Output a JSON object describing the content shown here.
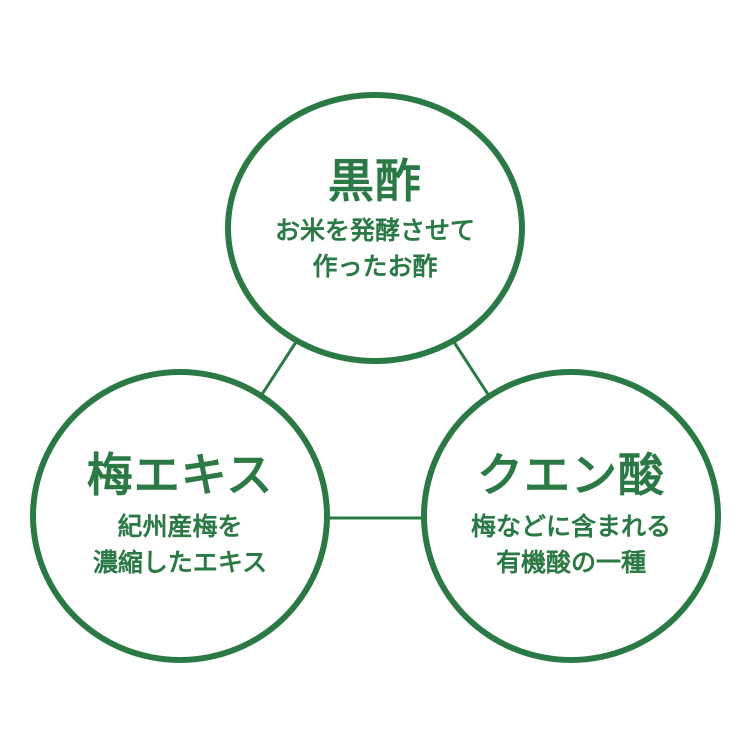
{
  "colors": {
    "accent": "#2b7a45",
    "background": "#ffffff"
  },
  "nodes": {
    "top": {
      "title": "黒酢",
      "lines": [
        "お米を発酵させて",
        "作ったお酢"
      ]
    },
    "left": {
      "title": "梅エキス",
      "lines": [
        "紀州産梅を",
        "濃縮したエキス"
      ]
    },
    "right": {
      "title": "クエン酸",
      "lines": [
        "梅などに含まれる",
        "有機酸の一種"
      ]
    }
  }
}
